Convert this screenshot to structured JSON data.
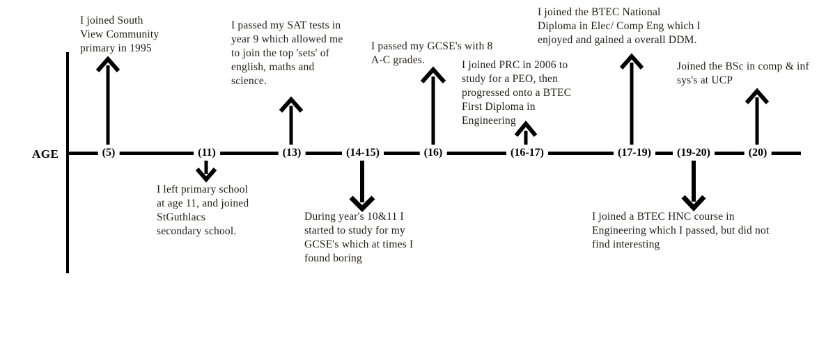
{
  "figure": {
    "axis_label": "AGE"
  },
  "colors": {
    "ink": "#000000",
    "text": "#1f1a17",
    "background": "#ffffff"
  },
  "timeline": {
    "events": [
      {
        "age": "(5)",
        "direction": "up",
        "text": "I joined South\nView Community\nprimary in 1995"
      },
      {
        "age": "(11)",
        "direction": "down",
        "text": "I left primary school\nat age 11, and joined\nStGuthlacs\nsecondary school."
      },
      {
        "age": "(13)",
        "direction": "up",
        "text": "I passed my SAT tests in\nyear 9 which allowed me\nto join the top 'sets' of\nenglish, maths and\nscience."
      },
      {
        "age": "(14-15)",
        "direction": "down",
        "text": "During year's 10&11 I\nstarted to study for my\nGCSE's which at times I\nfound boring"
      },
      {
        "age": "(16)",
        "direction": "up",
        "text": "I passed my GCSE's with 8\nA-C grades."
      },
      {
        "age": "(16-17)",
        "direction": "up",
        "text": "I joined PRC in 2006 to\nstudy for a PEO, then\nprogressed onto a BTEC\nFirst Diploma in\nEngineering"
      },
      {
        "age": "(17-19)",
        "direction": "up",
        "text": "I joined the BTEC National\nDiploma in Elec/ Comp Eng which I\nenjoyed and gained a overall DDM."
      },
      {
        "age": "(19-20)",
        "direction": "down",
        "text": "I joined a BTEC HNC course in\nEngineering which I passed, but did not\nfind interesting"
      },
      {
        "age": "(20)",
        "direction": "up",
        "text": "Joined the BSc in comp & inf\nsys's at UCP"
      }
    ]
  }
}
